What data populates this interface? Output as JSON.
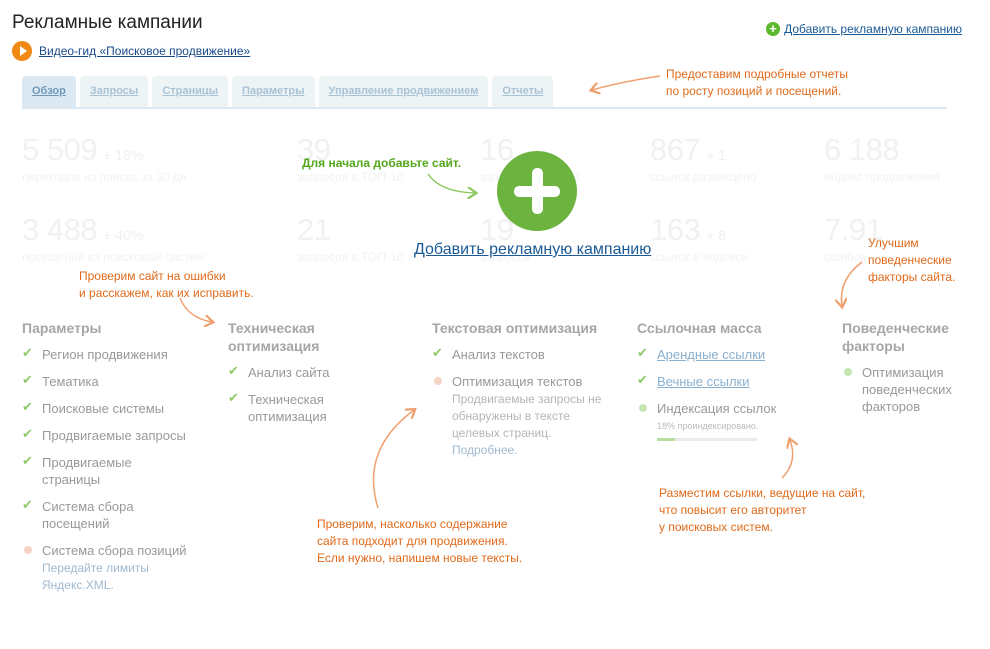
{
  "header": {
    "title": "Рекламные кампании",
    "video_link": "Видео-гид «Поисковое продвижение»",
    "add_campaign_top": "Добавить рекламную кампанию"
  },
  "tabs": [
    {
      "label": "Обзор",
      "active": true
    },
    {
      "label": "Запросы"
    },
    {
      "label": "Страницы"
    },
    {
      "label": "Параметры"
    },
    {
      "label": "Управление продвижением"
    },
    {
      "label": "Отчеты"
    }
  ],
  "notes": {
    "reports": [
      "Предоставим подробные отчеты",
      "по росту позиций и посещений."
    ],
    "start": "Для начала добавьте сайт.",
    "errors": [
      "Проверим сайт на ошибки",
      "и расскажем, как их исправить."
    ],
    "behavior": [
      "Улучшим",
      "поведенческие",
      "факторы сайта."
    ],
    "texts": [
      "Проверим, насколько содержание",
      "сайта подходит для продвижения.",
      "Если нужно, напишем новые тексты."
    ],
    "links": [
      "Разместим ссылки, ведущие на сайт,",
      "что повысит его авторитет",
      "у поисковых систем."
    ]
  },
  "main": {
    "add_campaign_big": "Добавить рекламную кампанию"
  },
  "stats": [
    {
      "num": "5 509",
      "delta": "+ 18%",
      "label": "переходов из поиска за 30 дн."
    },
    {
      "num": "39",
      "delta": "",
      "label": "запросов в ТОП-10"
    },
    {
      "num": "16",
      "delta": "",
      "label": "запросов в ТОП-3"
    },
    {
      "num": "867",
      "delta": "+ 1",
      "label": "ссылок размещено"
    },
    {
      "num": "6 188",
      "delta": "",
      "label": "индекс продвижения"
    },
    {
      "num": "3 488",
      "delta": "+ 40%",
      "label": "посещений из поисковых систем"
    },
    {
      "num": "21",
      "delta": "",
      "label": "запросов в ТОП-10"
    },
    {
      "num": "19",
      "delta": "",
      "label": "запросов"
    },
    {
      "num": "163",
      "delta": "+ 8",
      "label": "ссылок в индексе"
    },
    {
      "num": "7.91",
      "delta": "",
      "label": "ошибок"
    }
  ],
  "columns": {
    "params": {
      "title": "Параметры",
      "items": [
        {
          "label": "Регион продвижения",
          "status": "ok"
        },
        {
          "label": "Тематика",
          "status": "ok"
        },
        {
          "label": "Поисковые системы",
          "status": "ok"
        },
        {
          "label": "Продвигаемые запросы",
          "status": "ok"
        },
        {
          "label": "Продвигаемые страницы",
          "status": "ok"
        },
        {
          "label": "Система сбора посещений",
          "status": "ok"
        },
        {
          "label": "Система сбора позиций",
          "status": "pending",
          "link": "Передайте лимиты Яндекс.XML",
          "link_suffix": "."
        }
      ]
    },
    "tech": {
      "title": "Техническая оптимизация",
      "items": [
        {
          "label": "Анализ сайта"
        },
        {
          "label": "Техническая оптимизация"
        }
      ]
    },
    "text": {
      "title": "Текстовая оптимизация",
      "items": [
        {
          "label": "Анализ текстов"
        },
        {
          "label": "Оптимизация текстов",
          "desc": "Продвигаемые запросы не обнаружены в тексте целевых страниц.",
          "link": "Подробнее",
          "link_suffix": "."
        }
      ]
    },
    "links": {
      "title": "Ссылочная масса",
      "items": [
        {
          "label": "Арендные ссылки"
        },
        {
          "label": "Вечные ссылки"
        },
        {
          "label": "Индексация ссылок",
          "progress_text": "18% проиндексировано.",
          "progress": 0.18
        }
      ]
    },
    "behavior": {
      "title": "Поведенческие факторы",
      "items": [
        {
          "label": "Оптимизация поведенческих факторов"
        }
      ]
    }
  }
}
